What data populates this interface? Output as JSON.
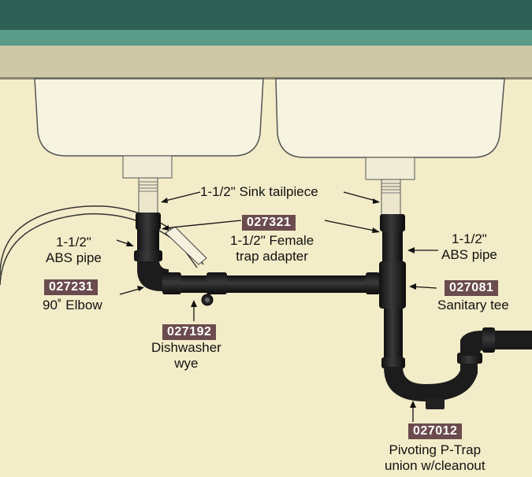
{
  "colors": {
    "background": "#f3ecc8",
    "countertop": "#4f8f7d",
    "pipe": "#1d1d1d",
    "code_badge": "#6b4b4e"
  },
  "labels": {
    "sink_tailpiece": "1-1/2\" Sink tailpiece",
    "abs_pipe_left": "1-1/2\"\nABS pipe",
    "abs_pipe_right": "1-1/2\"\nABS pipe",
    "female_adapter": "1-1/2\" Female\ntrap adapter",
    "elbow": "90˚ Elbow",
    "dishwasher_wye": "Dishwasher\nwye",
    "sanitary_tee": "Sanitary tee",
    "p_trap": "Pivoting P-Trap\nunion w/cleanout"
  },
  "codes": {
    "female_adapter": "027321",
    "elbow": "027231",
    "dishwasher_wye": "027192",
    "sanitary_tee": "027081",
    "p_trap": "027012"
  }
}
